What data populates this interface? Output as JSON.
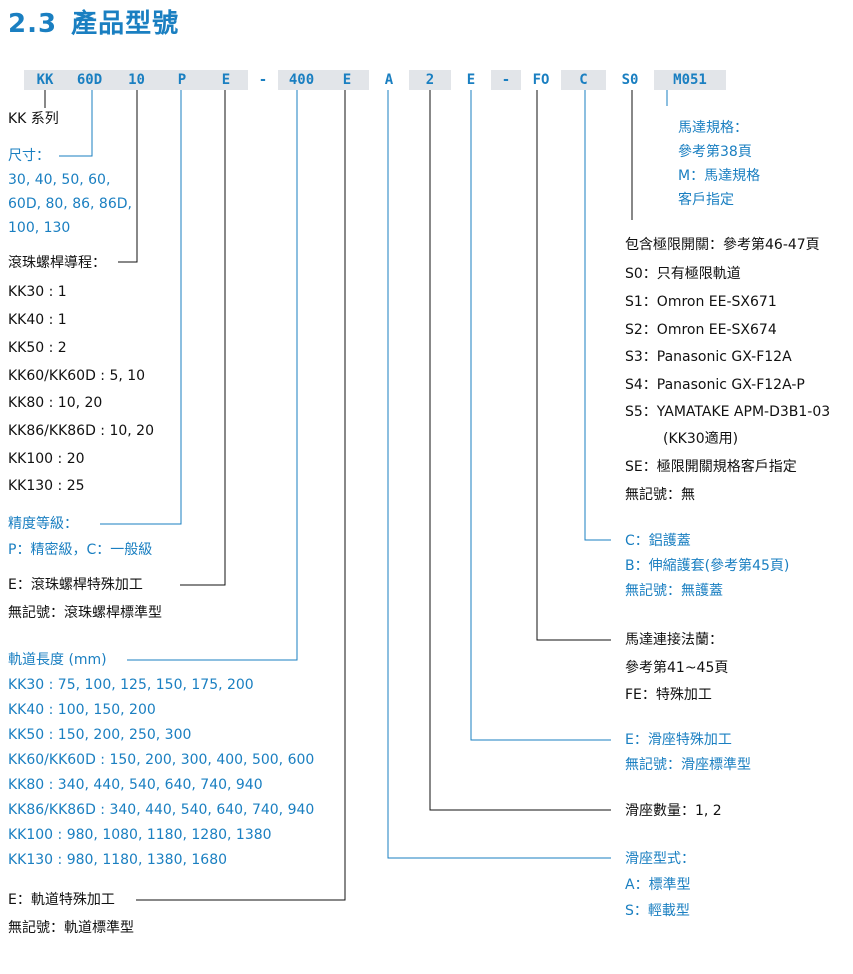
{
  "section": {
    "number": "2.3",
    "title": "產品型號"
  },
  "code_segments": [
    "KK",
    "60D",
    "10",
    "P",
    "E",
    "-",
    "400",
    "E",
    "A",
    "2",
    "E",
    "-",
    "FO",
    "C",
    "S0",
    "M051"
  ],
  "left": {
    "series": "KK 系列",
    "size": {
      "title": "尺寸：",
      "line1": "30, 40, 50, 60,",
      "line2": "60D, 80, 86, 86D,",
      "line3": "100, 130"
    },
    "lead": {
      "title": "滾珠螺桿導程：",
      "items": [
        "KK30 : 1",
        "KK40 : 1",
        "KK50 : 2",
        "KK60/KK60D : 5, 10",
        "KK80 : 10, 20",
        "KK86/KK86D : 10, 20",
        "KK100 : 20",
        "KK130 : 25"
      ]
    },
    "precision": {
      "title": "精度等級：",
      "desc": "P：精密級，C：一般級"
    },
    "screw_special": {
      "title": "E：滾珠螺桿特殊加工",
      "desc": "無記號：滾珠螺桿標準型"
    },
    "rail_length": {
      "title": "軌道長度 (mm)",
      "items": [
        "KK30 : 75, 100, 125, 150, 175, 200",
        "KK40 : 100, 150, 200",
        "KK50 : 150, 200, 250, 300",
        "KK60/KK60D : 150, 200, 300,  400,  500, 600",
        "KK80 : 340, 440, 540, 640, 740, 940",
        "KK86/KK86D : 340, 440, 540, 640, 740, 940",
        "KK100 : 980, 1080, 1180, 1280, 1380",
        "KK130 : 980, 1180, 1380, 1680"
      ]
    },
    "rail_special": {
      "title": "E：軌道特殊加工",
      "desc": "無記號：軌道標準型"
    }
  },
  "right": {
    "motor": {
      "line1": "馬達規格：",
      "line2": "參考第38頁",
      "line3": "M：馬達規格",
      "line4": "客戶指定"
    },
    "limit_switch": {
      "title": "包含極限開關：參考第46-47頁",
      "items": [
        "S0：只有極限軌道",
        "S1：Omron EE-SX671",
        "S2：Omron EE-SX674",
        "S3：Panasonic GX-F12A",
        "S4：Panasonic GX-F12A-P",
        "S5：YAMATAKE APM-D3B1-03",
        "(KK30適用)",
        "SE：極限開關規格客戶指定",
        "無記號：無"
      ]
    },
    "cover": {
      "line1": "C：鋁護蓋",
      "line2": "B：伸縮護套(參考第45頁)",
      "line3": "無記號：無護蓋"
    },
    "flange": {
      "line1": "馬達連接法蘭：",
      "line2": "參考第41~45頁",
      "line3": "FE：特殊加工"
    },
    "slider_special": {
      "line1": "E：滑座特殊加工",
      "line2": "無記號：滑座標準型"
    },
    "slider_qty": {
      "line1": "滑座數量：1, 2"
    },
    "slider_type": {
      "line1": "滑座型式：",
      "line2": "A：標準型",
      "line3": "S：輕載型"
    }
  },
  "colors": {
    "blue": "#1a7fc1",
    "black": "#111111",
    "bar": "#e2e5e9"
  }
}
